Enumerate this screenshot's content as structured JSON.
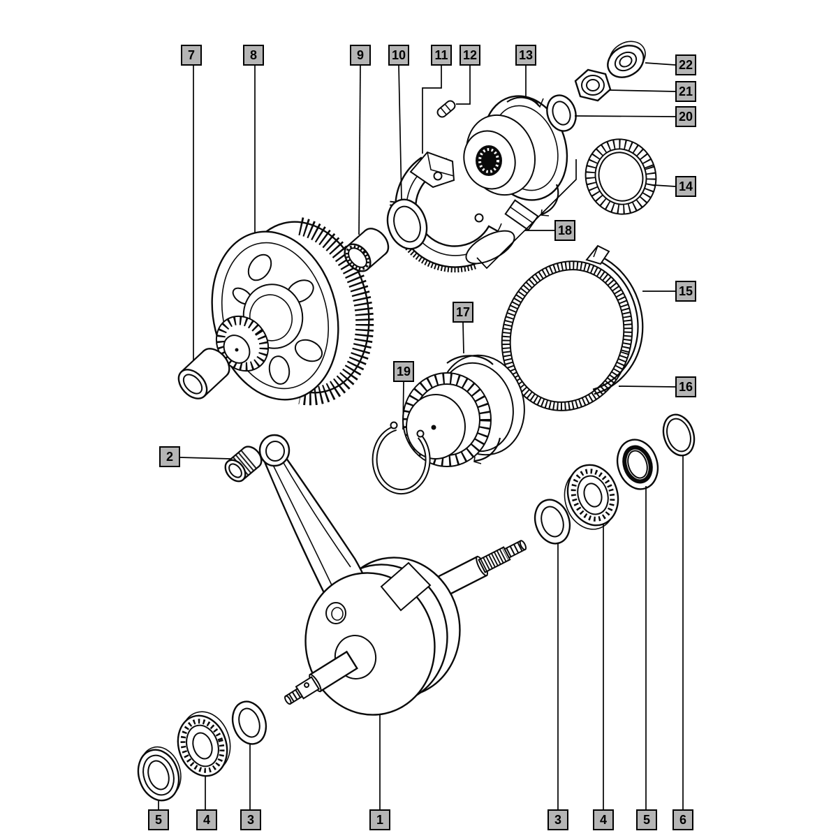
{
  "colors": {
    "background": "#ffffff",
    "diagram_line": "#000000",
    "callout_fill": "#b5b5b5",
    "callout_border": "#000000",
    "callout_text": "#000000"
  },
  "callouts": {
    "n1": "1",
    "n2": "2",
    "n3": "3",
    "n4": "4",
    "n5": "5",
    "n6": "6",
    "n7": "7",
    "n8": "8",
    "n9": "9",
    "n10": "10",
    "n11": "11",
    "n12": "12",
    "n13": "13",
    "n14": "14",
    "n15": "15",
    "n16": "16",
    "n17": "17",
    "n18": "18",
    "n19": "19",
    "n20": "20",
    "n21": "21",
    "n22": "22"
  }
}
